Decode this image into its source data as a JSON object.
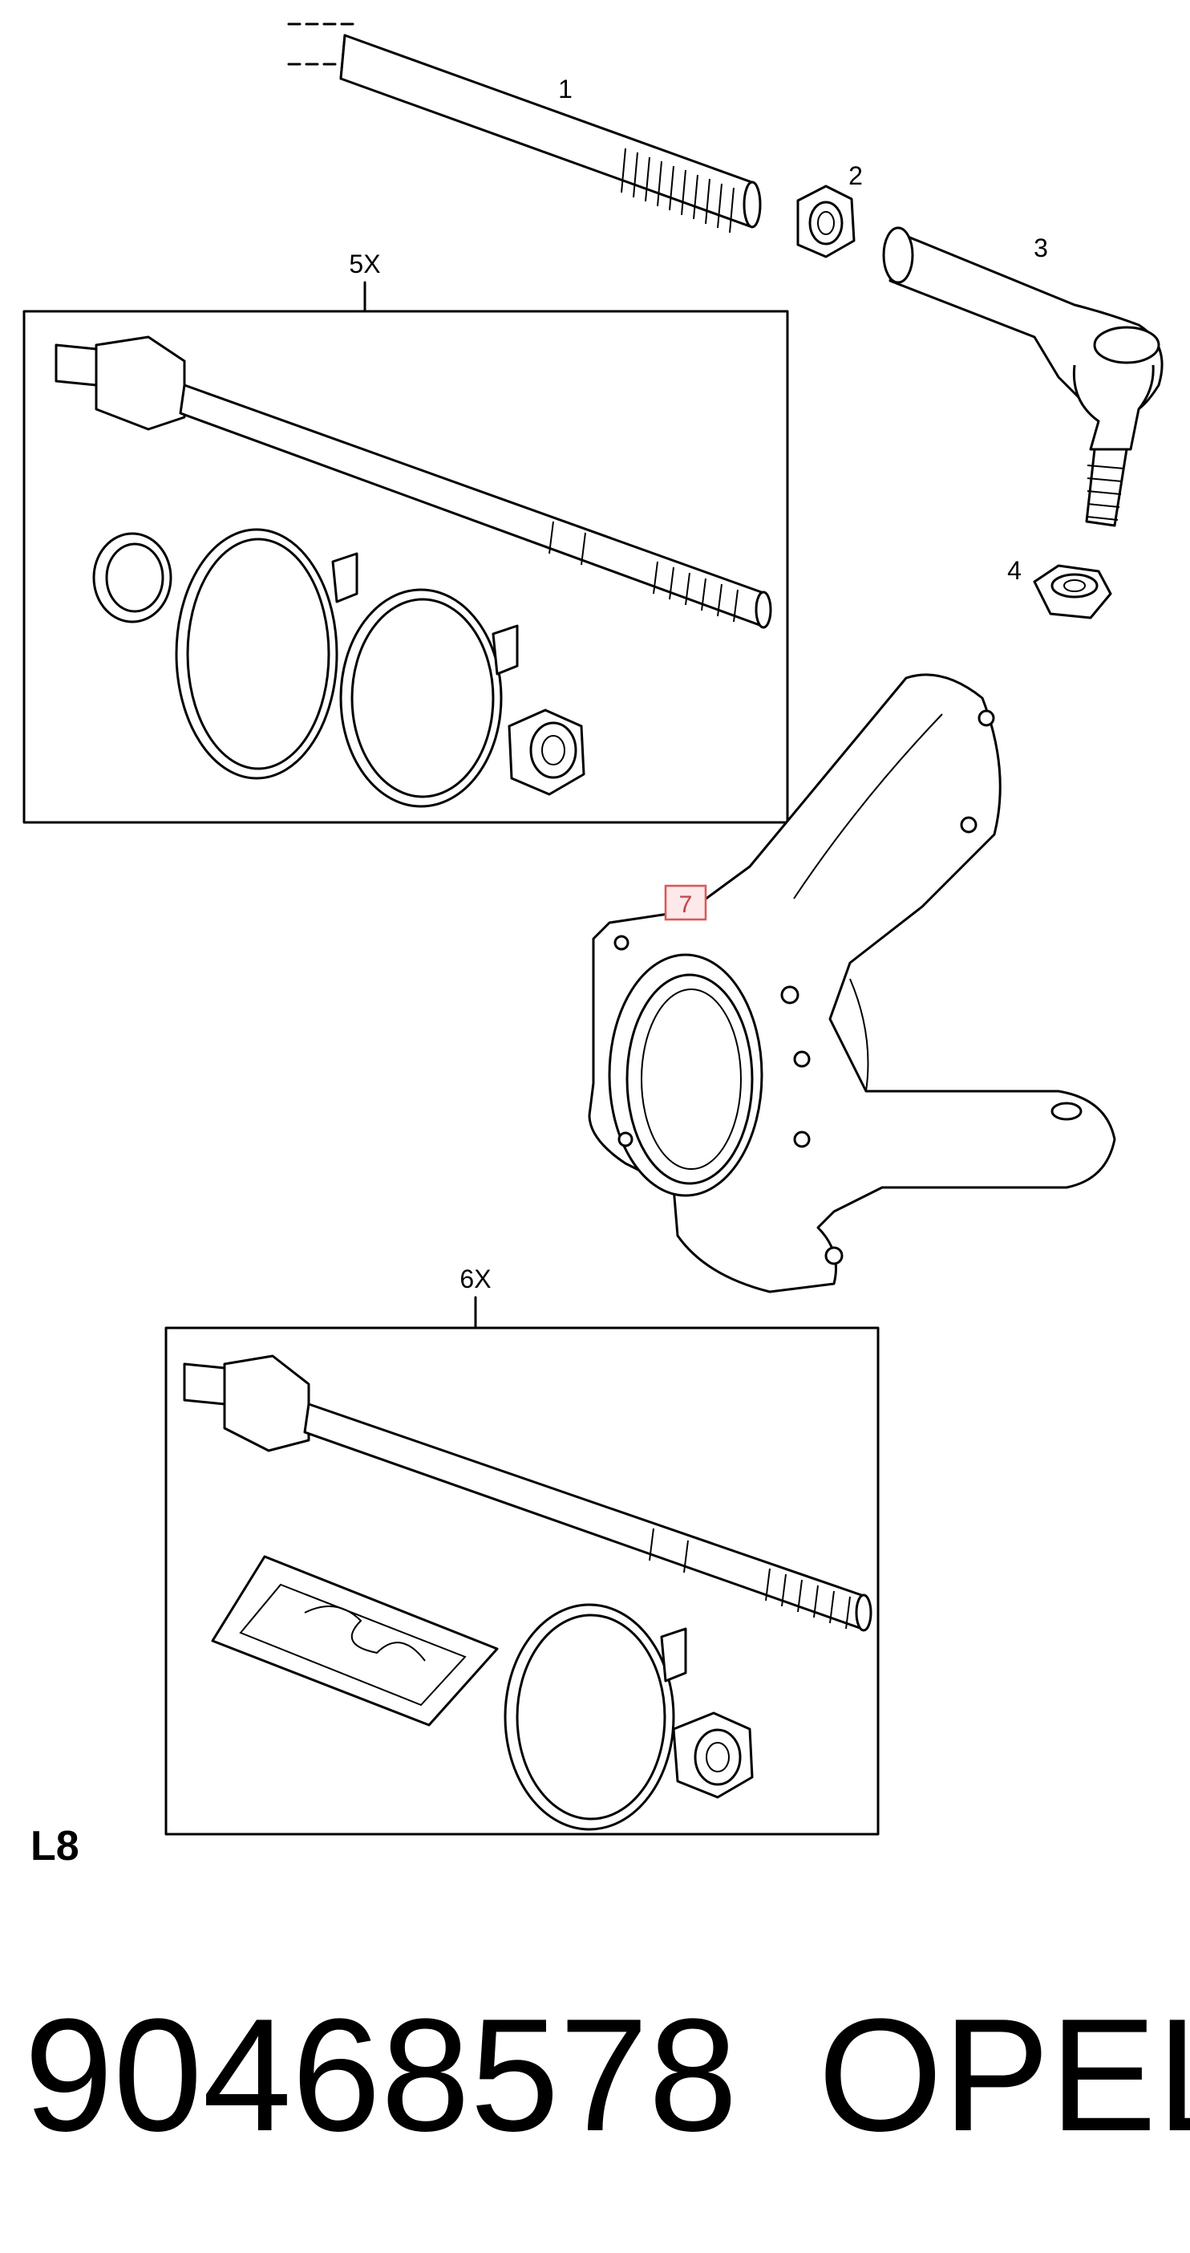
{
  "callouts": {
    "c1": "1",
    "c2": "2",
    "c3": "3",
    "c4": "4",
    "c5": "5X",
    "c6": "6X",
    "c7": "7"
  },
  "section_label": "L8",
  "part_number": "90468578",
  "brand": "OPEL",
  "colors": {
    "line": "#000000",
    "highlight_border": "#e05555",
    "highlight_fill": "#fde9e9"
  }
}
